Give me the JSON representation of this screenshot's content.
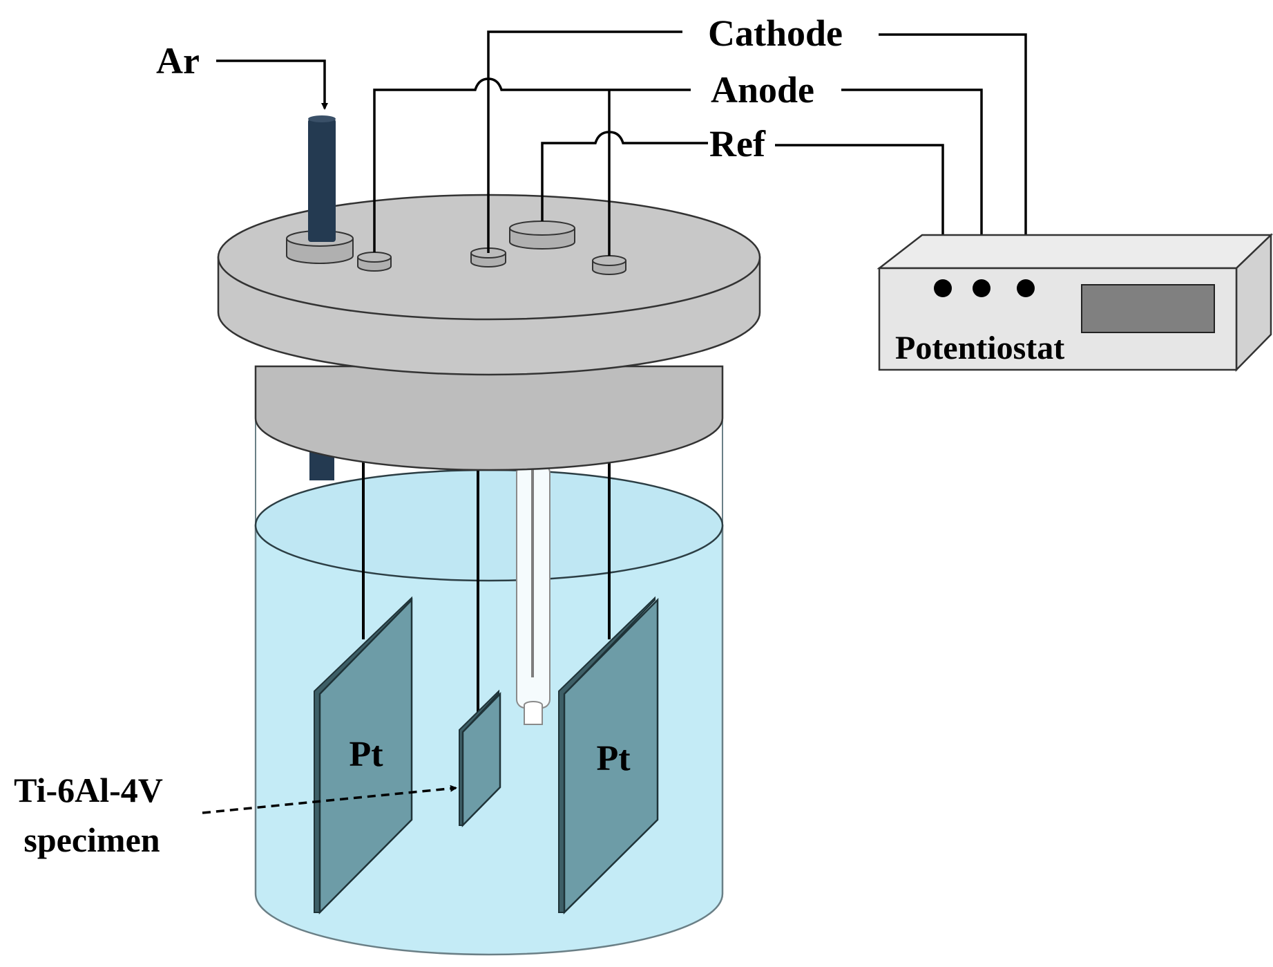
{
  "labels": {
    "ar": "Ar",
    "cathode": "Cathode",
    "anode": "Anode",
    "ref": "Ref",
    "potentiostat": "Potentiostat",
    "pt_left": "Pt",
    "pt_right": "Pt",
    "specimen_line1": "Ti-6Al-4V",
    "specimen_line2": "specimen"
  },
  "colors": {
    "electrolyte": "#c4ebf6",
    "electrolyte_surface": "#bfe7f3",
    "lid": "#c8c8c8",
    "lid_body": "#bdbdbd",
    "port": "#b4b4b4",
    "gas_tube": "#243a51",
    "electrode_plate": "#6d9ca7",
    "wire": "#000000",
    "potentiostat_body": "#e6e6e6",
    "display": "#808080"
  }
}
